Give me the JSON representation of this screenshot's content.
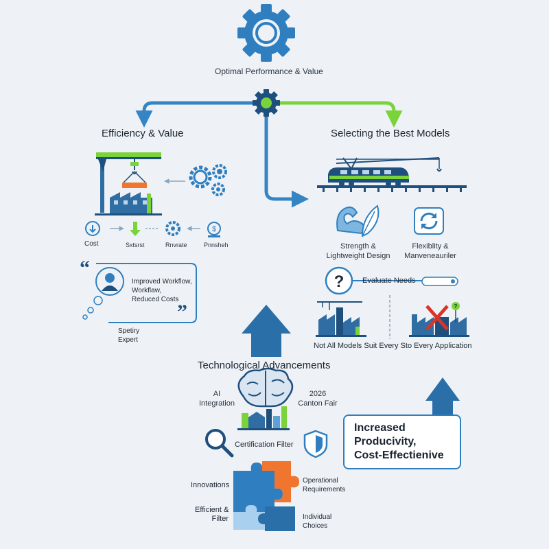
{
  "top": {
    "label": "Optimal Performance & Value"
  },
  "left": {
    "title": "Efficiency & Value",
    "icons": [
      "Cost",
      "Sxtsrst",
      "Rnvrate",
      "Pnnsheh"
    ],
    "quote": [
      "Improved Workflow,",
      "Workflaw,",
      "Reduced Costs"
    ],
    "author": [
      "Spetiry",
      "Expert"
    ]
  },
  "right": {
    "title": "Selecting the Best Models",
    "feature1": [
      "Strength &",
      "Lightweight Design"
    ],
    "feature2": [
      "Flexiblity &",
      "Manveneauriler"
    ],
    "evaluate": "Evaluate Needs",
    "caption": "Not All Models Suit Every Sto Every Application"
  },
  "bottom": {
    "title": "Technological Advancements",
    "ai": [
      "AI",
      "Integration"
    ],
    "fair": [
      "2026",
      "Canton Fair"
    ],
    "cert": "Certification Filter",
    "productivity": [
      "Increased",
      "Producivity,",
      "Cost-Effectienive"
    ],
    "puzzle": {
      "innovations": "Innovations",
      "operational": [
        "Operational",
        "Requirements"
      ],
      "efficient": [
        "Efficient &",
        "Filter"
      ],
      "individual": [
        "Individual",
        "Choices"
      ]
    }
  },
  "colors": {
    "blue": "#2f7fc0",
    "navy": "#1f4f7d",
    "green": "#7bd33c",
    "orange": "#f0762f",
    "red": "#d9342b"
  },
  "icons": [
    "gear-icon",
    "crane-icon",
    "factory-icon",
    "train-icon",
    "muscle-icon",
    "feather-icon",
    "refresh-icon",
    "question-icon",
    "magnifier-icon",
    "shield-icon",
    "brain-icon",
    "puzzle-icon",
    "person-icon",
    "dollar-icon",
    "down-arrow-icon"
  ]
}
